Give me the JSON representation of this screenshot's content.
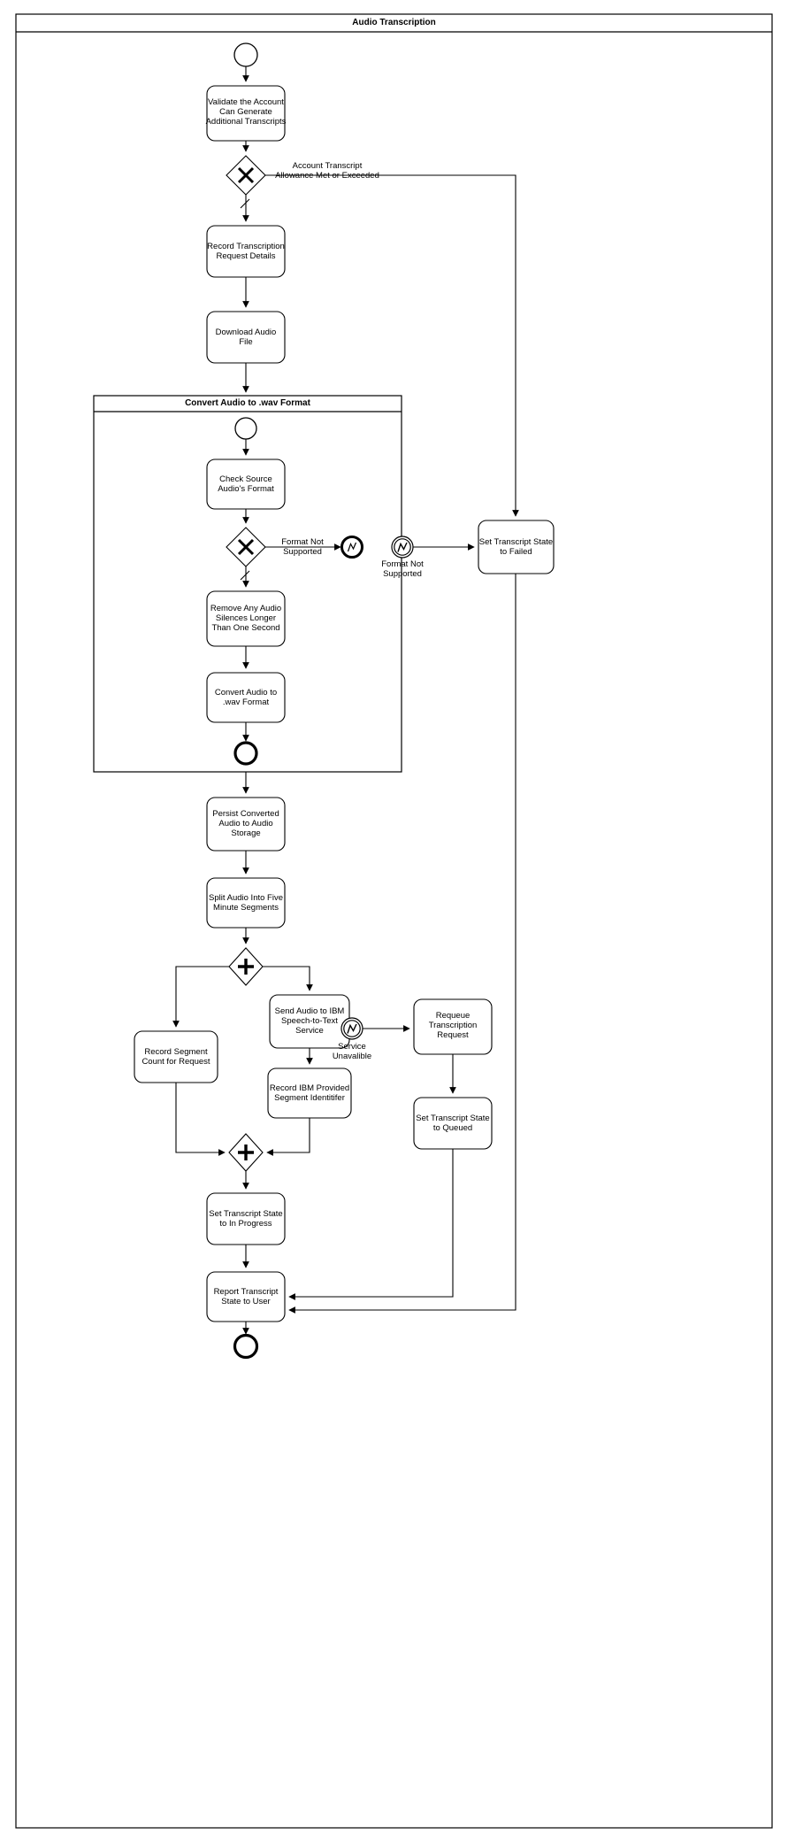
{
  "pool": {
    "title": "Audio Transcription",
    "border_color": "#000000",
    "fill": "#ffffff"
  },
  "subprocess": {
    "title": "Convert Audio to .wav Format"
  },
  "style": {
    "stroke": "#000000",
    "task_fill": "#ffffff",
    "text_color": "#000000"
  },
  "events": [
    {
      "id": "start-main",
      "type": "start",
      "label": ""
    },
    {
      "id": "start-sub",
      "type": "start",
      "label": ""
    },
    {
      "id": "error-end-sub",
      "type": "error-end",
      "label": ""
    },
    {
      "id": "boundary-format",
      "type": "error-boundary",
      "label": "Format Not\nSupported"
    },
    {
      "id": "end-sub",
      "type": "end",
      "label": ""
    },
    {
      "id": "boundary-service",
      "type": "error-boundary",
      "label": "Service\nUnavalible"
    },
    {
      "id": "end-main",
      "type": "terminate-end",
      "label": ""
    }
  ],
  "gateways": [
    {
      "id": "gw-allowance",
      "type": "exclusive",
      "symbol": "X",
      "label": ""
    },
    {
      "id": "gw-format",
      "type": "exclusive",
      "symbol": "X",
      "label": ""
    },
    {
      "id": "gw-par-split",
      "type": "parallel",
      "symbol": "+",
      "label": ""
    },
    {
      "id": "gw-par-join",
      "type": "parallel",
      "symbol": "+",
      "label": ""
    }
  ],
  "tasks": [
    {
      "id": "t-validate",
      "label": "Validate the Account\nCan Generate\nAdditional Transcripts"
    },
    {
      "id": "t-record-request",
      "label": "Record Transcription\nRequest Details"
    },
    {
      "id": "t-download",
      "label": "Download Audio\nFile"
    },
    {
      "id": "t-check-format",
      "label": "Check Source\nAudio's Format"
    },
    {
      "id": "t-remove-silence",
      "label": "Remove Any Audio\nSilences Longer\nThan One Second"
    },
    {
      "id": "t-convert",
      "label": "Convert Audio to\n.wav Format"
    },
    {
      "id": "t-set-failed",
      "label": "Set Transcript State\nto Failed"
    },
    {
      "id": "t-persist",
      "label": "Persist Converted\nAudio to Audio\nStorage"
    },
    {
      "id": "t-split",
      "label": "Split Audio Into Five\nMinute Segments"
    },
    {
      "id": "t-record-segcount",
      "label": "Record Segment\nCount for Request"
    },
    {
      "id": "t-send-ibm",
      "label": "Send Audio to IBM\nSpeech-to-Text\nService"
    },
    {
      "id": "t-record-ibm-id",
      "label": "Record IBM Provided\nSegment Identitifer"
    },
    {
      "id": "t-requeue",
      "label": "Requeue\nTranscription\nRequest"
    },
    {
      "id": "t-set-queued",
      "label": "Set Transcript State\nto Queued"
    },
    {
      "id": "t-set-inprogress",
      "label": "Set Transcript State\nto In Progress"
    },
    {
      "id": "t-report",
      "label": "Report Transcript\nState to User"
    }
  ],
  "flow_labels": [
    {
      "id": "fl-allowance",
      "label": "Account Transcript\nAllowance Met or Exceeded"
    },
    {
      "id": "fl-format",
      "label": "Format Not\nSupported"
    }
  ]
}
